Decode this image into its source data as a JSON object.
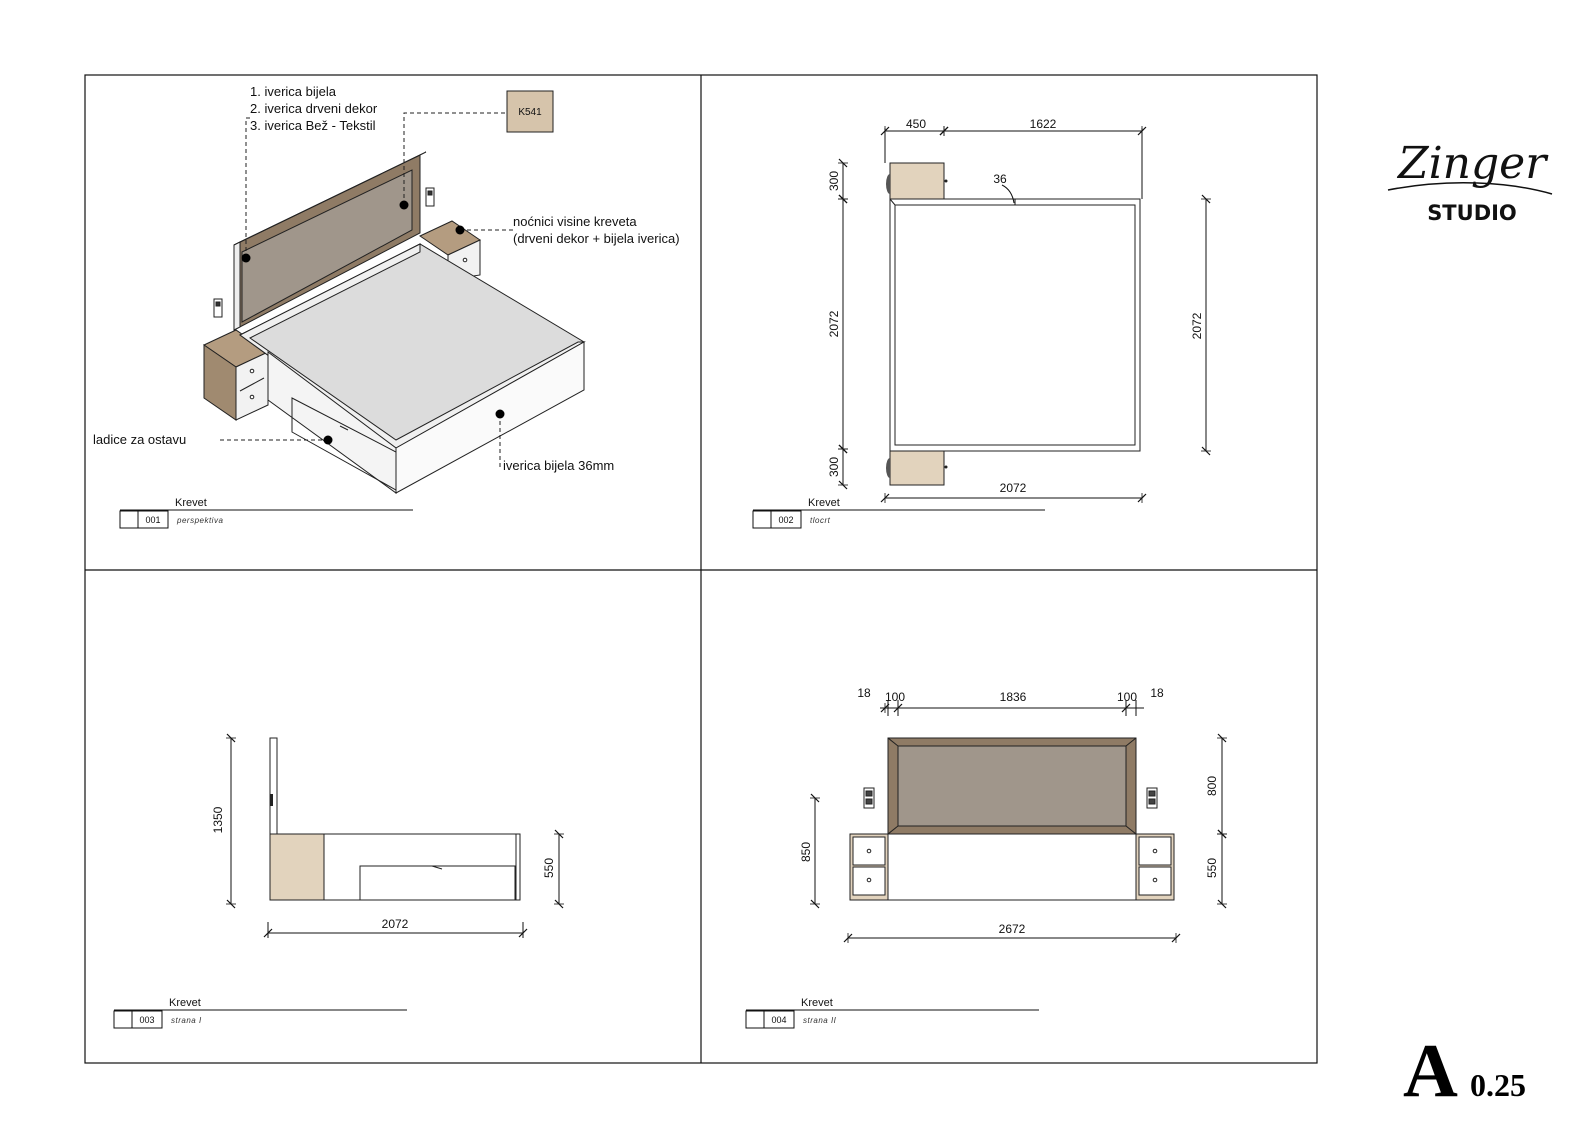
{
  "logo": {
    "script_text": "Zinger",
    "studio_text": "STUDIO"
  },
  "sheet_number": {
    "letter": "A",
    "number": "0.25"
  },
  "colors": {
    "wood": "#a08a70",
    "wood_light": "#e2d3bd",
    "fabric": "#9e948a",
    "white_panel": "#f2f2f2",
    "line": "#111111"
  },
  "views": [
    {
      "title": "Krevet",
      "number": "001",
      "subtitle": "perspektiva"
    },
    {
      "title": "Krevet",
      "number": "002",
      "subtitle": "tlocrt"
    },
    {
      "title": "Krevet",
      "number": "003",
      "subtitle": "strana I"
    },
    {
      "title": "Krevet",
      "number": "004",
      "subtitle": "strana II"
    }
  ],
  "perspective": {
    "material_list": [
      "1. iverica bijela",
      "2. iverica drveni dekor",
      "3. iverica Bež - Tekstil"
    ],
    "material_code": "K541",
    "nightstand_note": [
      "noćnici visine kreveta",
      "(drveni dekor + bijela iverica)"
    ],
    "drawer_note": "ladice za ostavu",
    "panel_note": "iverica bijela 36mm"
  },
  "plan_dims": {
    "nightstand_w": "450",
    "bed_w": "1622",
    "nightstand_d_top": "300",
    "bed_l_left": "2072",
    "nightstand_d_bottom": "300",
    "panel_t": "36",
    "bed_l_right": "2072",
    "total_bottom": "2072"
  },
  "side_dims": {
    "height": "1350",
    "bed_h": "550",
    "length": "2072"
  },
  "front_dims": {
    "t1": "18",
    "f1": "100",
    "center": "1836",
    "f2": "100",
    "t2": "18",
    "nightstand_h": "850",
    "headboard_h": "800",
    "bed_h": "550",
    "total_w": "2672"
  }
}
